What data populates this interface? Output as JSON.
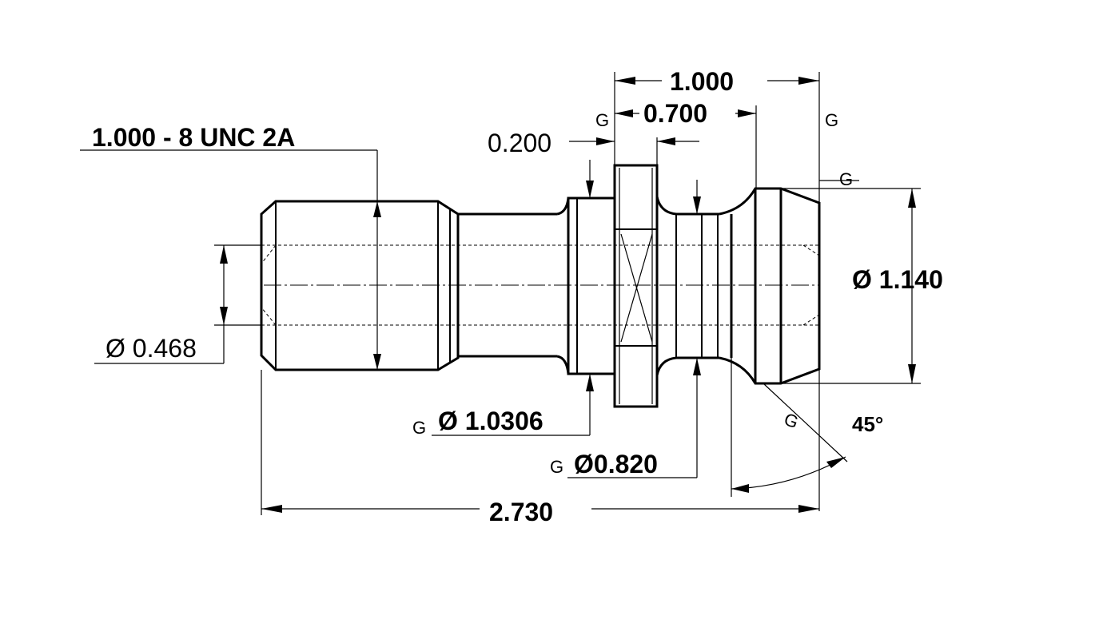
{
  "colors": {
    "line": "#000000",
    "dim_700": "#1f1fd6",
    "dim_1140": "#e01b1b",
    "angle_45": "#1c9a1c"
  },
  "dims": {
    "thread": "1.000 - 8 UNC 2A",
    "top_length": "1.000",
    "flange_length": "0.700",
    "groove_width": "0.200",
    "bore_dia": "Ø 0.468",
    "head_dia": "Ø 1.140",
    "shoulder_dia": "Ø 1.0306",
    "neck_dia": "Ø0.820",
    "overall_length": "2.730",
    "angle": "45°"
  },
  "g_symbol": "G"
}
